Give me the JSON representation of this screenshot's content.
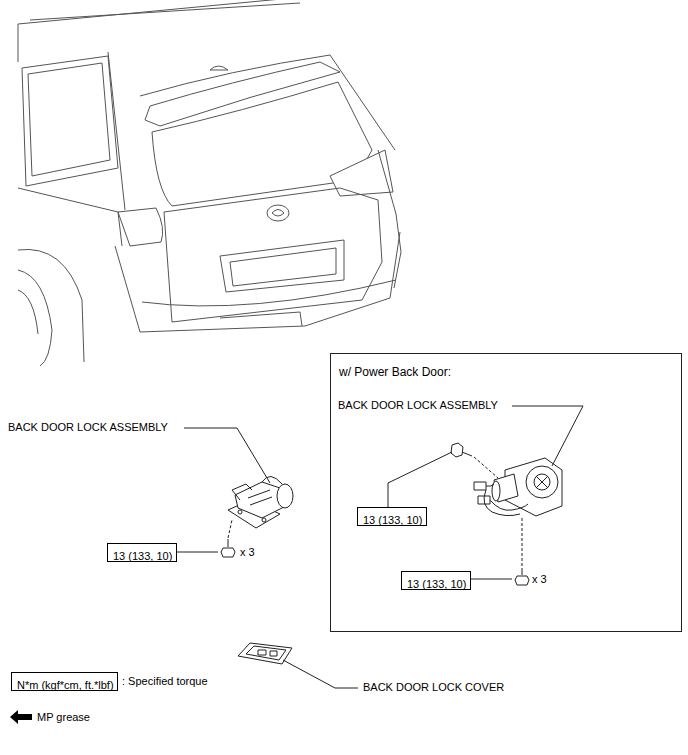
{
  "diagram": {
    "nodes": [
      {
        "text": [
          "w/ Power Back Door:"
        ]
      },
      {
        "text": [
          "13 (133, 10)"
        ],
        "in": 0
      },
      {
        "text": [
          "13 (133, 10)"
        ],
        "in": 0
      },
      {
        "text": [
          "13 (133, 10)"
        ]
      },
      {
        "text": [
          "N*m (kgf*cm, ft.*lbf)"
        ]
      }
    ],
    "labels": [
      "BACK DOOR LOCK ASSEMBLY",
      "BACK DOOR LOCK ASSEMBLY",
      "x 3",
      "x 3",
      "BACK DOOR LOCK COVER"
    ],
    "legend": [
      {
        "text": ": Specified torque"
      },
      {
        "text": "MP grease"
      }
    ]
  }
}
